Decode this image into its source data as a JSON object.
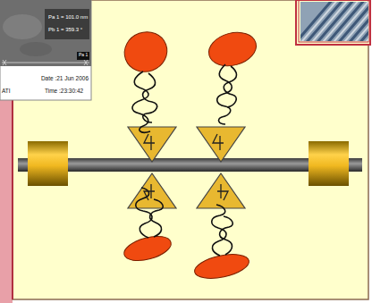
{
  "diagram": {
    "labels": [
      "Pa 1 = 101.0 nm",
      "Pb 1 = 359.3 °",
      "Pa 1",
      "Date :21 Jun 2006",
      "ATI",
      "Time :23:30:42"
    ]
  }
}
